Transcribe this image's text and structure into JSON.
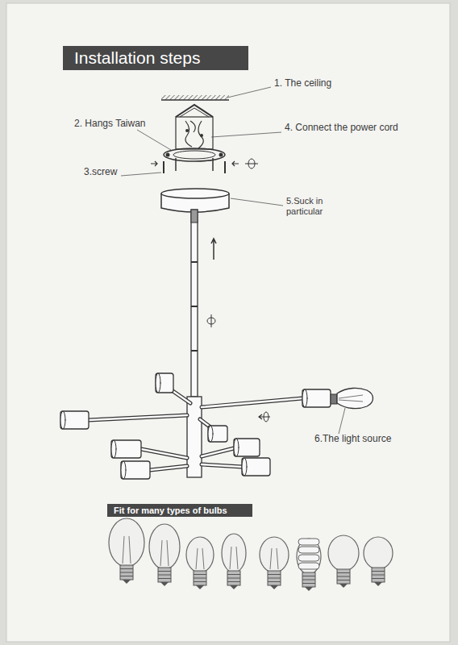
{
  "diagram": {
    "title": "Installation steps",
    "nodes": [
      {
        "text": [
          "Fit for many types of bulbs"
        ]
      }
    ],
    "labels": [
      "1. The ceiling",
      "2. Hangs Taiwan",
      "4. Connect the power cord",
      "3.screw",
      "5.Suck in particular",
      "6.The light source"
    ]
  }
}
